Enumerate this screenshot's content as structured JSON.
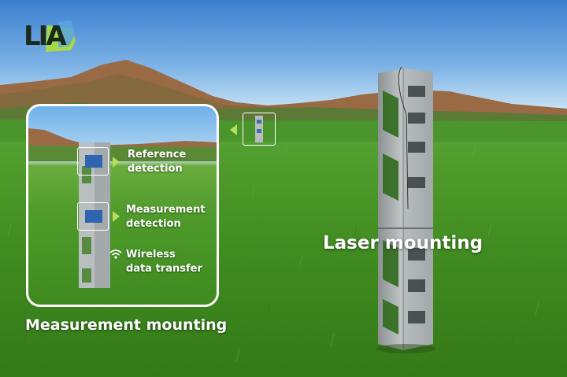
{
  "logo": {
    "text": "LIA",
    "accent_color": "#a6d84a",
    "secondary_color": "#5aa3e0"
  },
  "inset": {
    "callouts": [
      {
        "line1": "Reference",
        "line2": "detection",
        "marker": "arrow"
      },
      {
        "line1": "Measurement",
        "line2": "detection",
        "marker": "arrow"
      },
      {
        "line1": "Wireless",
        "line2": "data transfer",
        "marker": "wifi-icon"
      }
    ],
    "caption": "Measurement mounting"
  },
  "main": {
    "caption": "Laser mounting"
  },
  "colors": {
    "arrow": "#b6e05a",
    "label": "#ffffff"
  }
}
